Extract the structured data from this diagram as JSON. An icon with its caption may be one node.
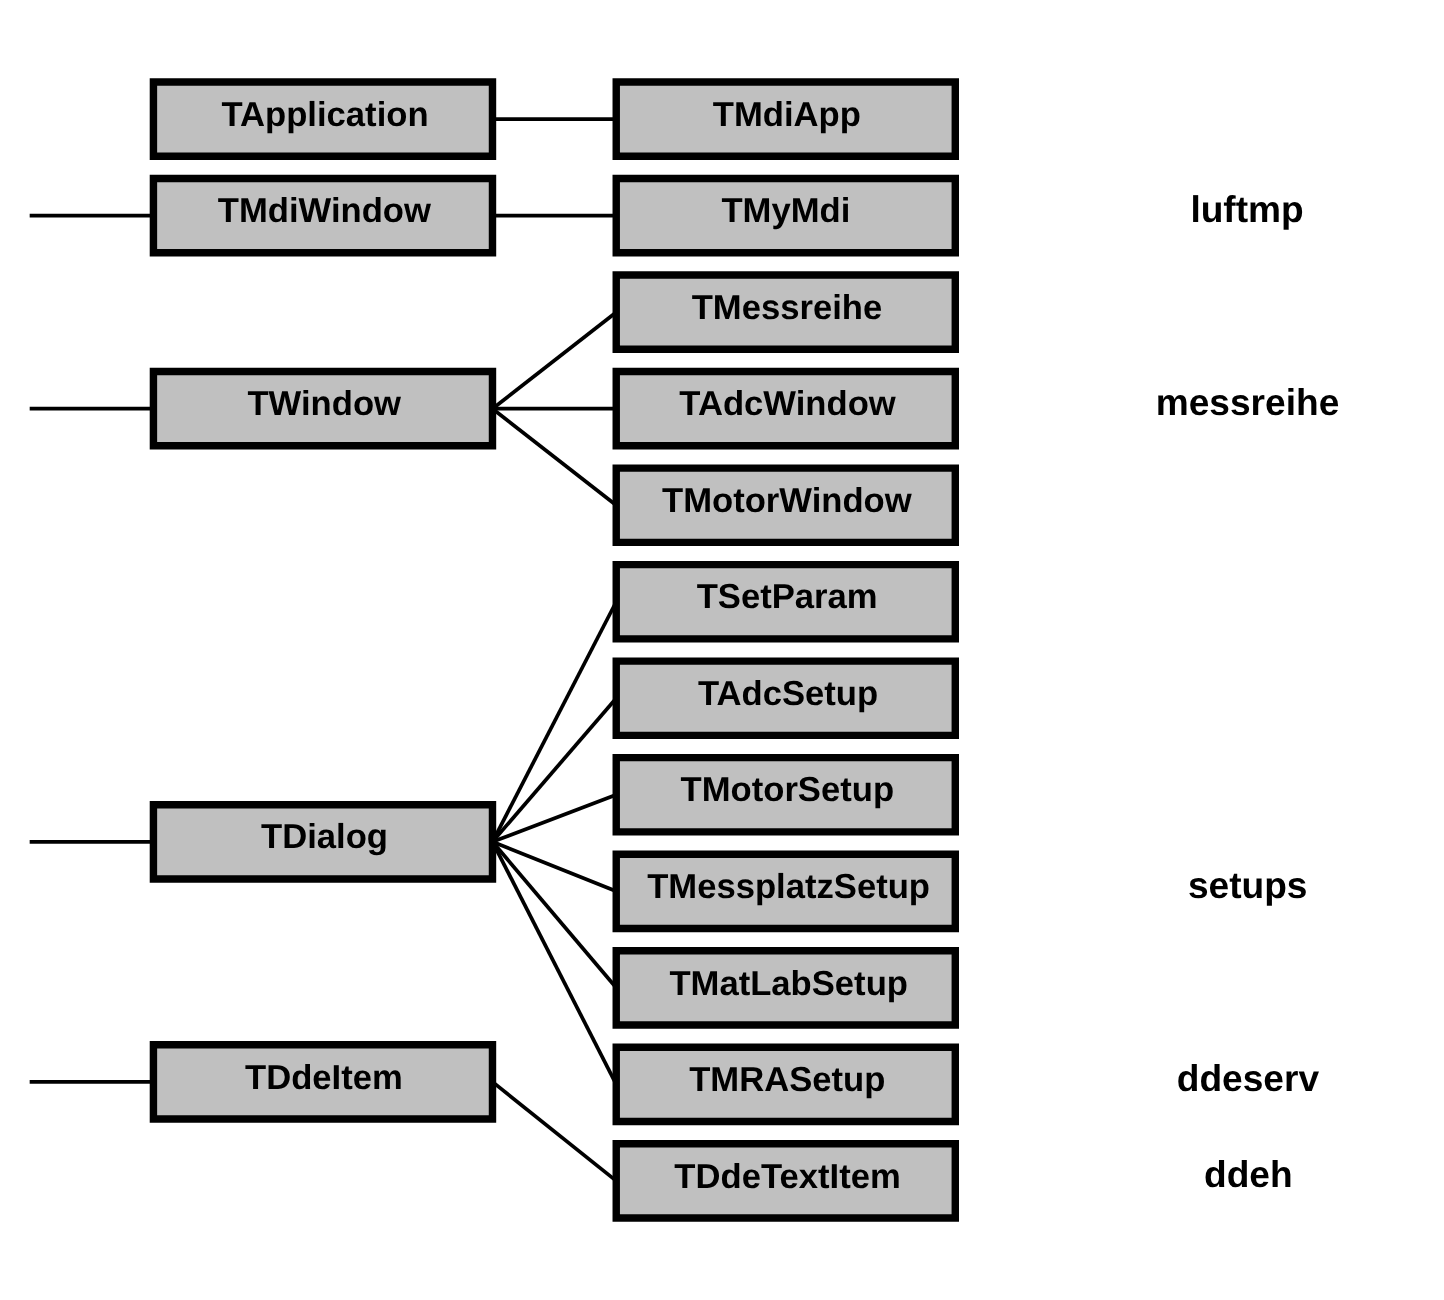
{
  "diagram": {
    "nodes": [
      {
        "text": [
          "TApplication"
        ]
      },
      {
        "text": [
          "TMdiApp"
        ]
      },
      {
        "text": [
          "TMdiWindow"
        ]
      },
      {
        "text": [
          "TMyMdi"
        ]
      },
      {
        "text": [
          "TWindow"
        ]
      },
      {
        "text": [
          "TMessreihe"
        ]
      },
      {
        "text": [
          "TAdcWindow"
        ]
      },
      {
        "text": [
          "TMotorWindow"
        ]
      },
      {
        "text": [
          "TDialog"
        ]
      },
      {
        "text": [
          "TSetParam"
        ]
      },
      {
        "text": [
          "TAdcSetup"
        ]
      },
      {
        "text": [
          "TMotorSetup"
        ]
      },
      {
        "text": [
          "TMessplatzSetup"
        ]
      },
      {
        "text": [
          "TMatLabSetup"
        ]
      },
      {
        "text": [
          "TMRASetup"
        ]
      },
      {
        "text": [
          "TDdeItem"
        ]
      },
      {
        "text": [
          "TDdeTextItem"
        ]
      }
    ],
    "edges": [
      {
        "from": 0,
        "to": 1,
        "arrow": "none"
      },
      {
        "from": null,
        "to": 2,
        "arrow": "none"
      },
      {
        "from": 2,
        "to": 3,
        "arrow": "none"
      },
      {
        "from": null,
        "to": 4,
        "arrow": "none"
      },
      {
        "from": 4,
        "to": 5,
        "arrow": "none"
      },
      {
        "from": 4,
        "to": 6,
        "arrow": "none"
      },
      {
        "from": 4,
        "to": 7,
        "arrow": "none"
      },
      {
        "from": null,
        "to": 8,
        "arrow": "none"
      },
      {
        "from": 8,
        "to": 9,
        "arrow": "none"
      },
      {
        "from": 8,
        "to": 10,
        "arrow": "none"
      },
      {
        "from": 8,
        "to": 11,
        "arrow": "none"
      },
      {
        "from": 8,
        "to": 12,
        "arrow": "none"
      },
      {
        "from": 8,
        "to": 13,
        "arrow": "none"
      },
      {
        "from": 8,
        "to": 14,
        "arrow": "none"
      },
      {
        "from": null,
        "to": 15,
        "arrow": "none"
      },
      {
        "from": 15,
        "to": 16,
        "arrow": "none"
      }
    ],
    "labels": [
      "luftmp",
      "messreihe",
      "setups",
      "ddeserv",
      "ddeh"
    ]
  }
}
